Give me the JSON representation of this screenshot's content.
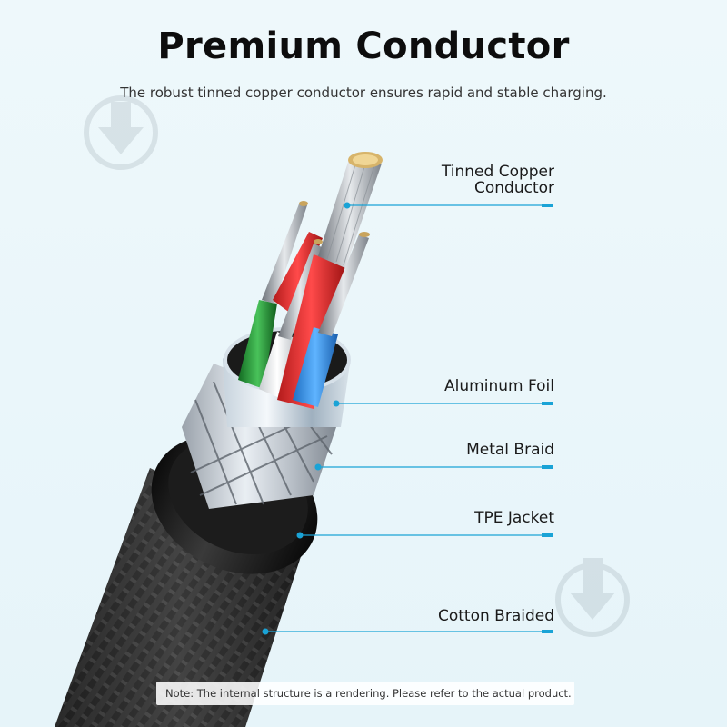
{
  "header": {
    "title": "Premium Conductor",
    "subtitle": "The robust tinned copper conductor ensures rapid and stable charging."
  },
  "labels": {
    "copper_line1": "Tinned Copper",
    "copper_line2": "Conductor",
    "foil": "Aluminum Foil",
    "braid": "Metal Braid",
    "tpe": "TPE Jacket",
    "cotton": "Cotton Braided"
  },
  "footer": {
    "note": "Note: The internal structure is a rendering. Please refer to the actual product."
  },
  "colors": {
    "accent": "#1aa3d6",
    "background": "#e9f6fa"
  }
}
